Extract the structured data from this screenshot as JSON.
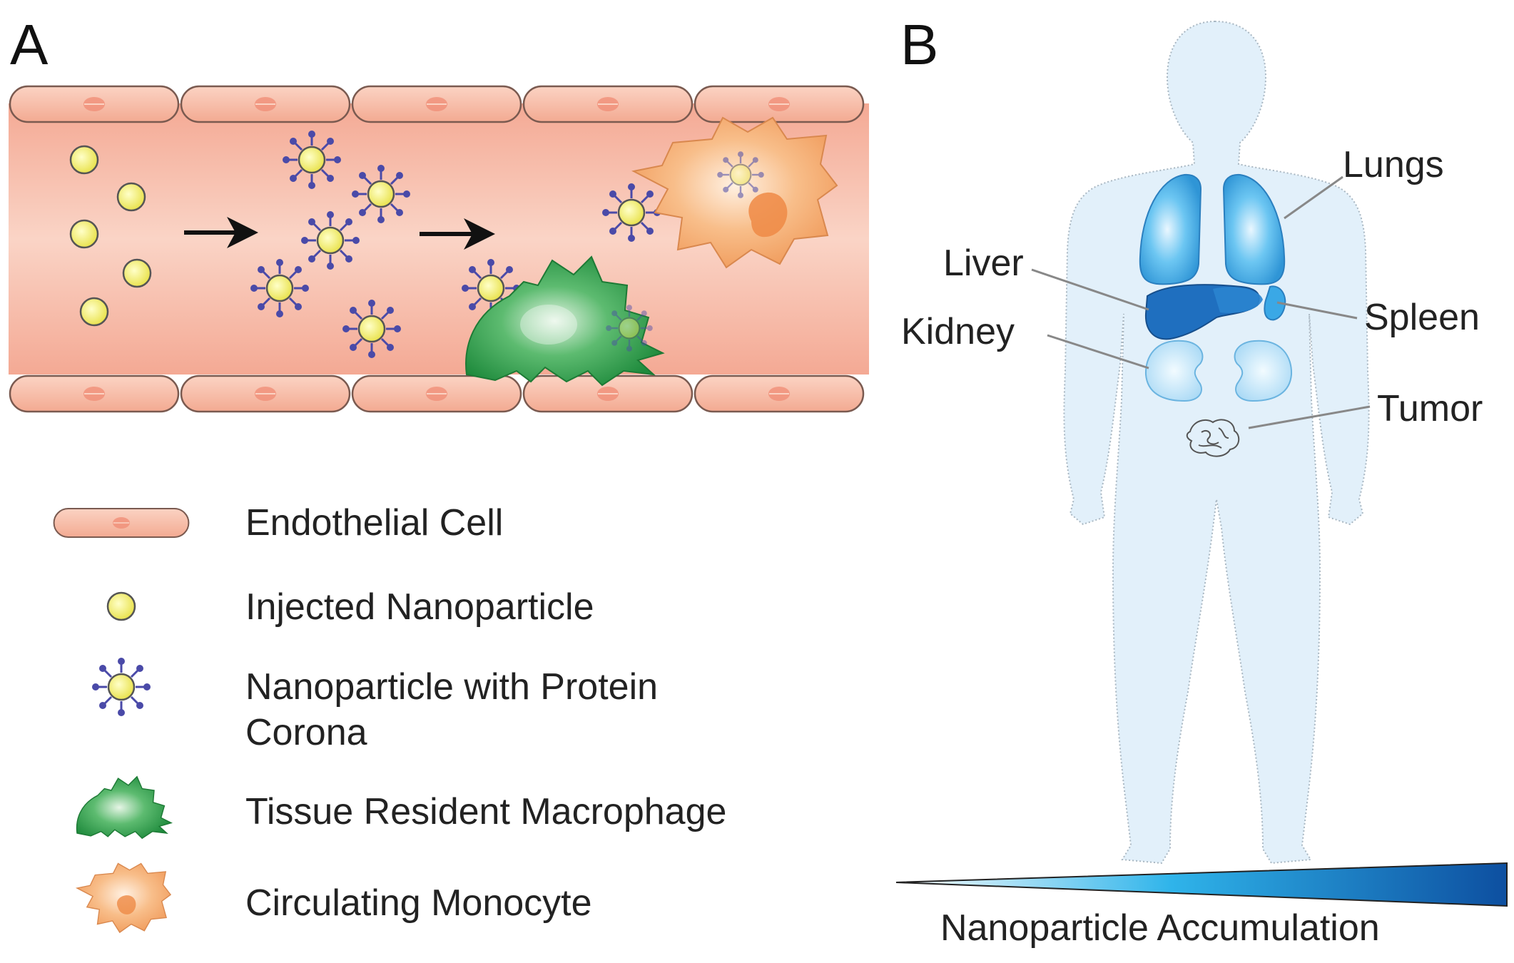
{
  "panels": {
    "a_letter": "A",
    "b_letter": "B"
  },
  "legend": [
    {
      "label_lines": [
        "Endothelial Cell"
      ],
      "icon": "endothelial-cell-icon"
    },
    {
      "label_lines": [
        "Injected Nanoparticle"
      ],
      "icon": "nanoparticle-icon"
    },
    {
      "label_lines": [
        "Nanoparticle with Protein",
        "Corona"
      ],
      "icon": "corona-nanoparticle-icon"
    },
    {
      "label_lines": [
        "Tissue Resident Macrophage"
      ],
      "icon": "macrophage-icon"
    },
    {
      "label_lines": [
        "Circulating Monocyte"
      ],
      "icon": "monocyte-icon"
    }
  ],
  "organs": {
    "lungs": "Lungs",
    "liver": "Liver",
    "kidney": "Kidney",
    "spleen": "Spleen",
    "tumor": "Tumor"
  },
  "gradient": {
    "label": "Nanoparticle Accumulation"
  },
  "colors": {
    "vessel": "#f6bba6",
    "endothelial": "#f9c2ad",
    "nanoparticle": "#f4ef6a",
    "corona_spikes": "#4a4aa8",
    "macrophage": "#2e9a4a",
    "monocyte": "#f4a56a",
    "body": "#e3f1fb",
    "organ_light": "#5fbcef",
    "organ_dark": "#1f6bb5",
    "kidney": "#bfe2f8"
  }
}
